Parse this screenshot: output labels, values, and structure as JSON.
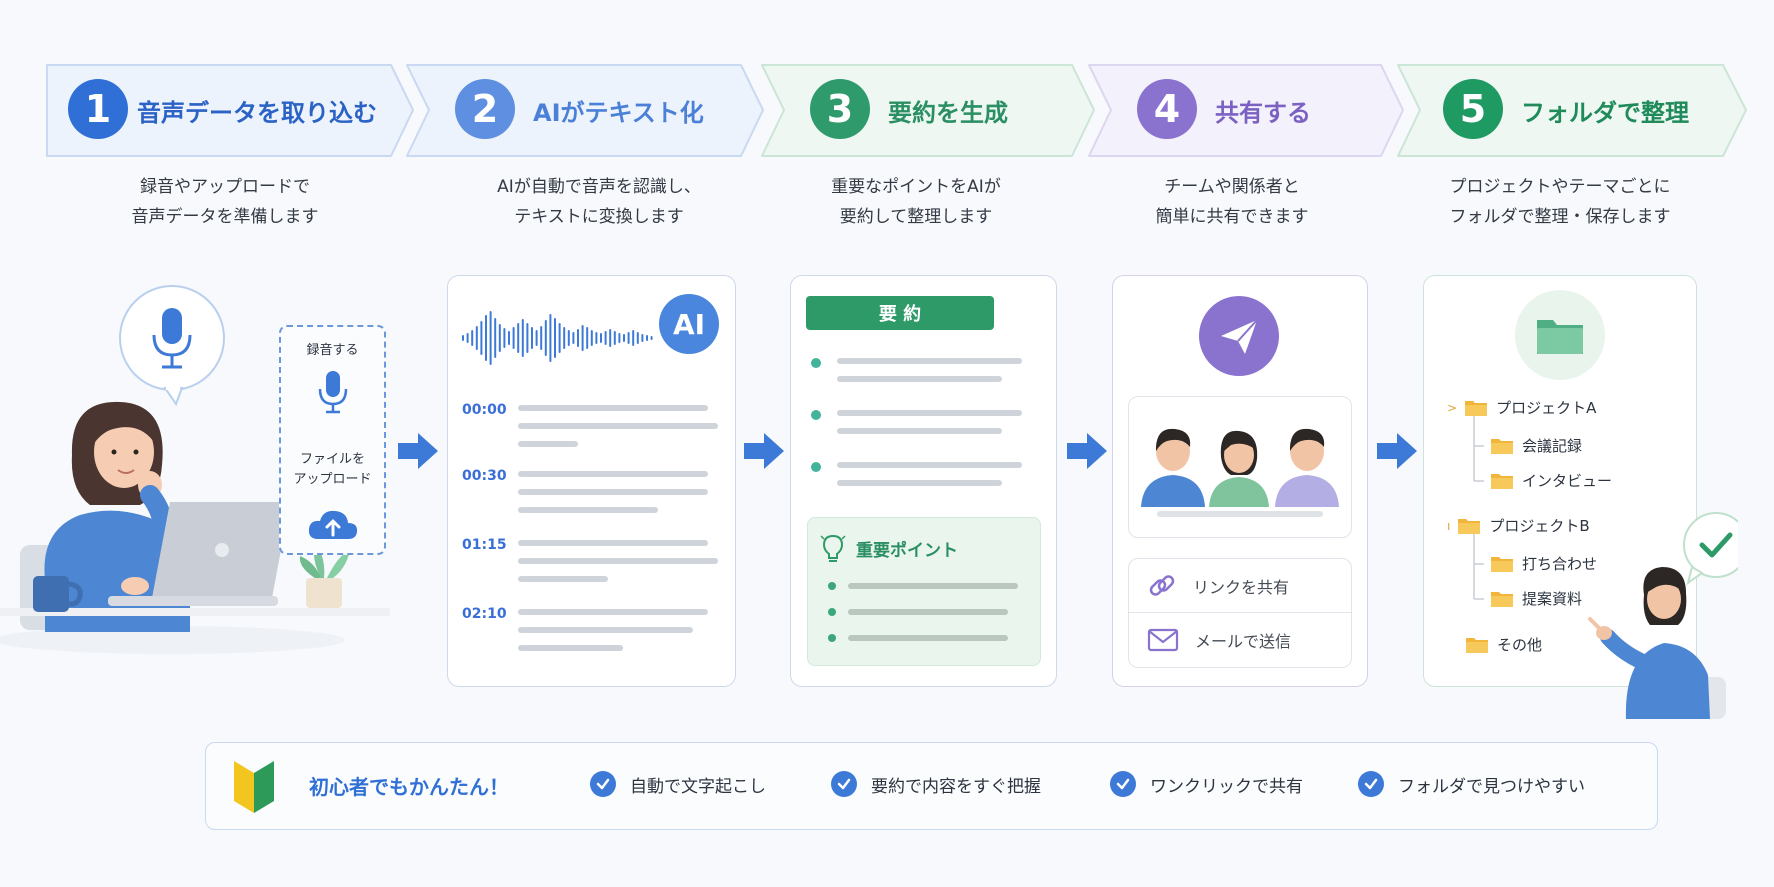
{
  "steps": [
    {
      "num": "1",
      "title": "音声データを取り込む",
      "desc": [
        "録音やアップロードで",
        "音声データを準備します"
      ]
    },
    {
      "num": "2",
      "title": "AIがテキスト化",
      "desc": [
        "AIが自動で音声を認識し、",
        "テキストに変換します"
      ]
    },
    {
      "num": "3",
      "title": "要約を生成",
      "desc": [
        "重要なポイントをAIが",
        "要約して整理します"
      ]
    },
    {
      "num": "4",
      "title": "共有する",
      "desc": [
        "チームや関係者と",
        "簡単に共有できます"
      ]
    },
    {
      "num": "5",
      "title": "フォルダで整理",
      "desc": [
        "プロジェクトやテーマごとに",
        "フォルダで整理・保存します"
      ]
    }
  ],
  "input": {
    "record_label": "録音する",
    "upload_label_1": "ファイルを",
    "upload_label_2": "アップロード"
  },
  "transcript": {
    "ai_badge": "AI",
    "timestamps": [
      "00:00",
      "00:30",
      "01:15",
      "02:10"
    ]
  },
  "summary": {
    "header": "要 約",
    "key_points_title": "重要ポイント"
  },
  "share": {
    "link_label": "リンクを共有",
    "email_label": "メールで送信"
  },
  "folders": {
    "project_a": "プロジェクトA",
    "project_a_children": [
      "会議記録",
      "インタビュー"
    ],
    "project_b": "プロジェクトB",
    "project_b_children": [
      "打ち合わせ",
      "提案資料"
    ],
    "other": "その他"
  },
  "footer": {
    "headline": "初心者でもかんたん！",
    "features": [
      "自動で文字起こし",
      "要約で内容をすぐ把握",
      "ワンクリックで共有",
      "フォルダで見つけやすい"
    ]
  },
  "colors": {
    "blue": "#2f6fd6",
    "green": "#2f9a6c",
    "purple": "#8a72cf",
    "teal_green": "#1f9a62"
  }
}
